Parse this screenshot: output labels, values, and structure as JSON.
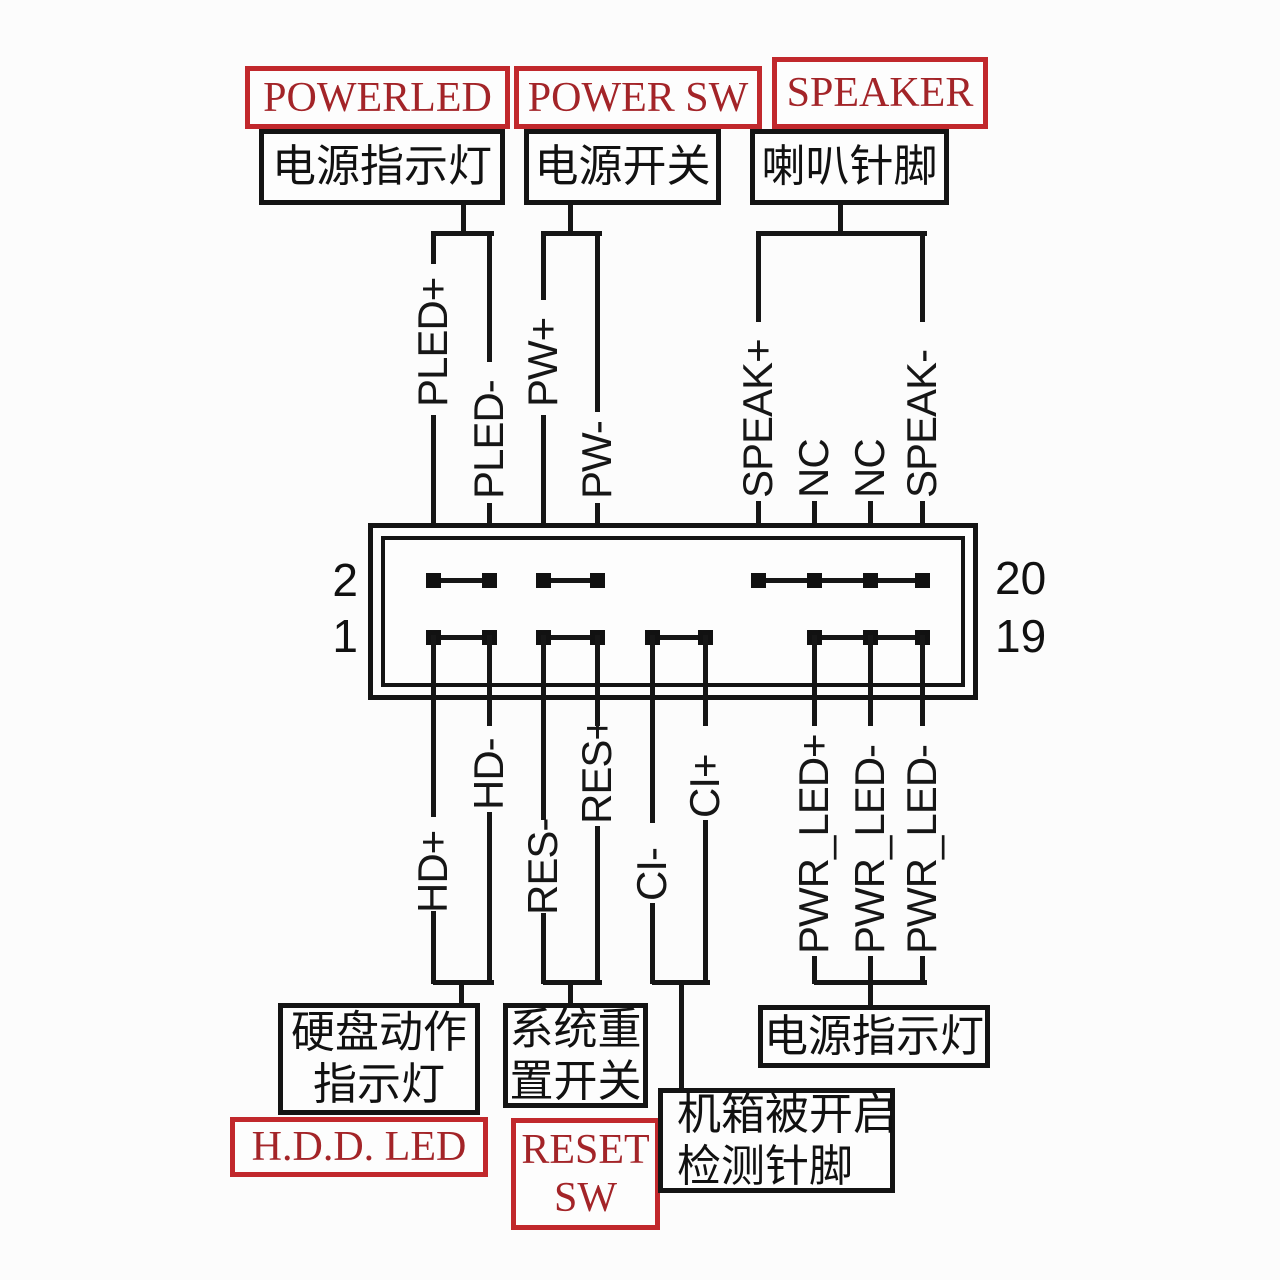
{
  "diagram_title": "front-panel-header-pinout",
  "top_connectors": [
    {
      "en": "POWERLED",
      "zh": "电源指示灯"
    },
    {
      "en": "POWER SW",
      "zh": "电源开关"
    },
    {
      "en": "SPEAKER",
      "zh": "喇叭针脚"
    }
  ],
  "pin_labels_top": [
    "PLED+",
    "PLED-",
    "PW+",
    "PW-",
    "SPEAK+",
    "NC",
    "NC",
    "SPEAK-"
  ],
  "pin_labels_bottom": [
    "HD+",
    "HD-",
    "RES-",
    "RES+",
    "CI-",
    "CI+",
    "PWR_LED+",
    "PWR_LED-",
    "PWR_LED-"
  ],
  "pin_numbers": {
    "top_left": "2",
    "bottom_left": "1",
    "top_right": "20",
    "bottom_right": "19"
  },
  "bottom_connectors": [
    {
      "zh_line1": "硬盘动作",
      "zh_line2": "指示灯",
      "en": "H.D.D. LED"
    },
    {
      "zh_line1": "系统重",
      "zh_line2": "置开关",
      "en_line1": "RESET",
      "en_line2": "SW"
    },
    {
      "zh_line1": "机箱被开启",
      "zh_line2": "检测针脚"
    },
    {
      "zh": "电源指示灯"
    }
  ],
  "colors": {
    "line": "#161616",
    "red_border": "#c1282c",
    "red_text": "#a32428",
    "background": "#fcfcfc"
  }
}
